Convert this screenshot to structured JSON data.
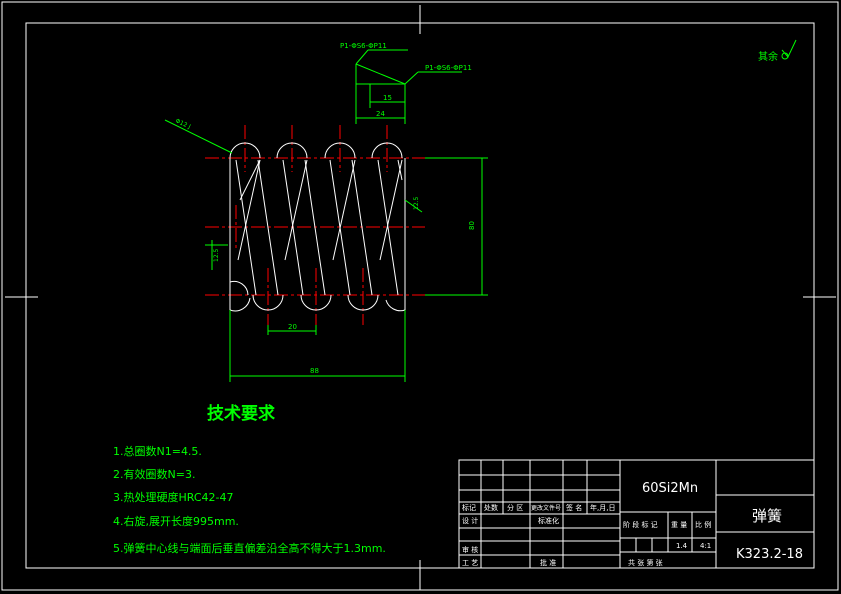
{
  "colors": {
    "background": "#000000",
    "frame": "#ffffff",
    "dimension": "#00ff00",
    "centerline": "#ff0000",
    "spring": "#ffffff"
  },
  "drawing": {
    "roughness_label": "其余",
    "surface_callout_1": "P1-ΦS6-ΦP11",
    "surface_callout_2": "P1-ΦS6-ΦP11",
    "dim_15": "15",
    "dim_24": "24",
    "dim_pitch": "20",
    "dim_length": "88",
    "dim_height": "80",
    "dim_wire_left": "12.5",
    "dim_wire_right": "12.5",
    "leader_label": "Φ12 J"
  },
  "tech": {
    "title": "技术要求",
    "items": [
      "1.总圈数N1=4.5.",
      "2.有效圈数N=3.",
      "3.热处理硬度HRC42-47",
      "4.右旋,展开长度995mm.",
      "5.弹簧中心线与端面后垂直偏差沿全高不得大于1.3mm."
    ]
  },
  "title_block": {
    "material": "60Si2Mn",
    "part_name": "弹簧",
    "drawing_no": "K323.2-18",
    "hdr_mark": "标记",
    "hdr_count": "处数",
    "hdr_zone": "分 区",
    "hdr_doc": "更改文件号",
    "hdr_sign": "签 名",
    "hdr_date": "年,月,日",
    "design": "设 计",
    "standard": "标准化",
    "review": "审 核",
    "process": "工 艺",
    "approve": "批 准",
    "stage": "阶 段 标 记",
    "weight": "重 量",
    "scale": "比 例",
    "weight_val": "1.4",
    "scale_val": "4:1",
    "sheets": "共   张   第   张"
  }
}
